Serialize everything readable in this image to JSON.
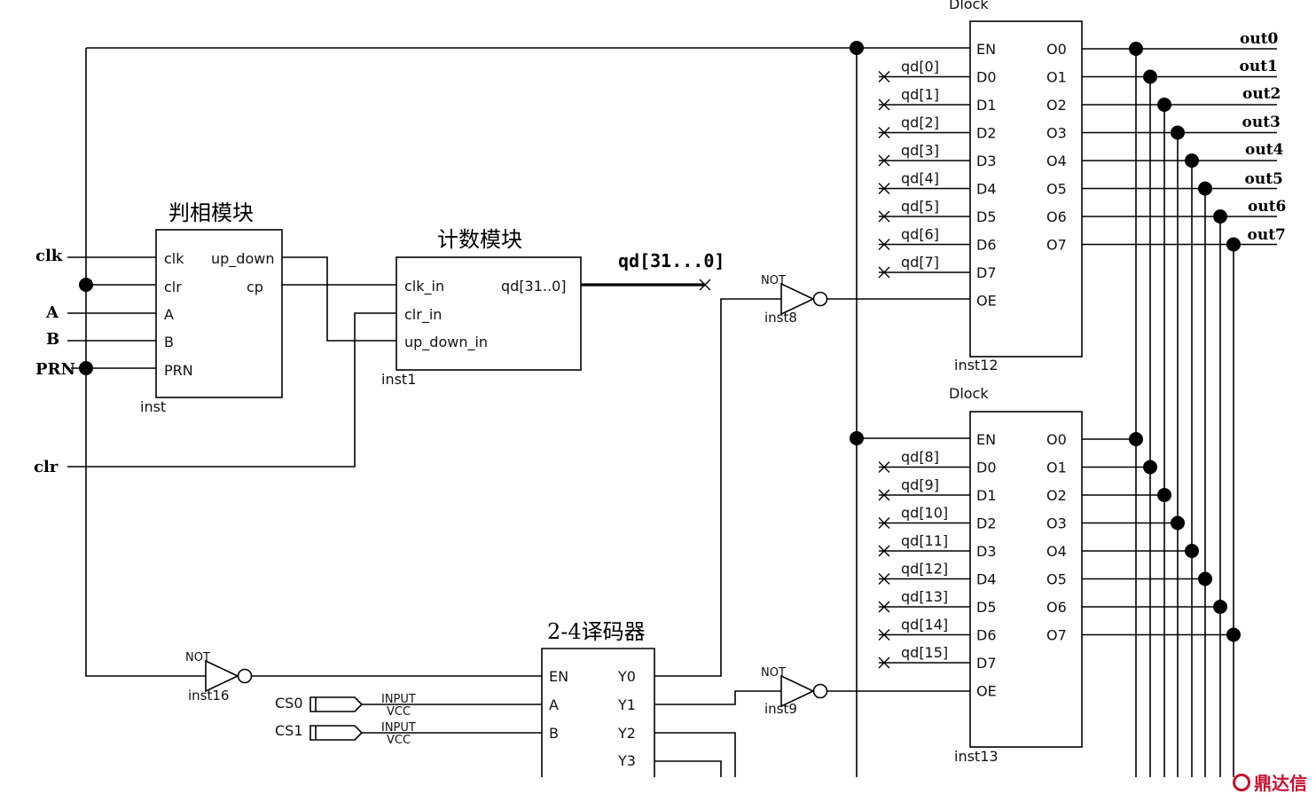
{
  "title": "",
  "modules": {
    "phase": {
      "title": "判相模块",
      "instance": "inst",
      "inputs": [
        "clk",
        "clr",
        "A",
        "B",
        "PRN"
      ],
      "outputs": [
        "up_down",
        "cp"
      ]
    },
    "counter": {
      "title": "计数模块",
      "instance": "inst1",
      "inputs": [
        "clk_in",
        "clr_in",
        "up_down_in"
      ],
      "output": "qd[31..0]"
    },
    "decoder": {
      "title": "2-4译码器",
      "inputs": [
        "EN",
        "A",
        "B"
      ],
      "outputs": [
        "Y0",
        "Y1",
        "Y2",
        "Y3"
      ]
    },
    "dlock1": {
      "title": "Dlock",
      "instance": "inst12",
      "left": [
        "EN",
        "D0",
        "D1",
        "D2",
        "D3",
        "D4",
        "D5",
        "D6",
        "D7",
        "OE"
      ],
      "right": [
        "O0",
        "O1",
        "O2",
        "O3",
        "O4",
        "O5",
        "O6",
        "O7"
      ],
      "nets": [
        "qd[0]",
        "qd[1]",
        "qd[2]",
        "qd[3]",
        "qd[4]",
        "qd[5]",
        "qd[6]",
        "qd[7]"
      ]
    },
    "dlock2": {
      "title": "Dlock",
      "instance": "inst13",
      "left": [
        "EN",
        "D0",
        "D1",
        "D2",
        "D3",
        "D4",
        "D5",
        "D6",
        "D7",
        "OE"
      ],
      "right": [
        "O0",
        "O1",
        "O2",
        "O3",
        "O4",
        "O5",
        "O6",
        "O7"
      ],
      "nets": [
        "qd[8]",
        "qd[9]",
        "qd[10]",
        "qd[11]",
        "qd[12]",
        "qd[13]",
        "qd[14]",
        "qd[15]"
      ]
    }
  },
  "inputs": {
    "clk": "clk",
    "A": "A",
    "B": "B",
    "PRN": "PRN",
    "clr": "clr"
  },
  "bus_label": "qd[31...0]",
  "not_gates": [
    {
      "type": "NOT",
      "instance": "inst8"
    },
    {
      "type": "NOT",
      "instance": "inst9"
    },
    {
      "type": "NOT",
      "instance": "inst16"
    }
  ],
  "pins": [
    {
      "name": "CS0",
      "type": "INPUT",
      "default": "VCC"
    },
    {
      "name": "CS1",
      "type": "INPUT",
      "default": "VCC"
    }
  ],
  "outputs": [
    "out0",
    "out1",
    "out2",
    "out3",
    "out4",
    "out5",
    "out6",
    "out7"
  ],
  "watermark": "鼎达信"
}
